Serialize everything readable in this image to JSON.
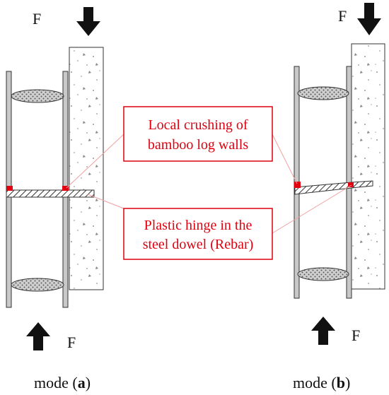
{
  "force_label": "F",
  "callouts": {
    "crushing": {
      "line1": "Local crushing of",
      "line2": "bamboo log walls"
    },
    "hinge": {
      "line1": "Plastic hinge in the",
      "line2": "steel dowel (Rebar)"
    }
  },
  "captions": {
    "a": {
      "prefix": "mode (",
      "letter": "a",
      "suffix": ")"
    },
    "b": {
      "prefix": "mode (",
      "letter": "b",
      "suffix": ")"
    }
  },
  "colors": {
    "outline": "#333333",
    "bamboo_wall": "#c8c8c8",
    "crush_marker": "#e0000f",
    "callout_border": "#e0000f",
    "callout_text": "#e0000f",
    "leader_line": "#f0a0a0",
    "arrow": "#111111"
  }
}
